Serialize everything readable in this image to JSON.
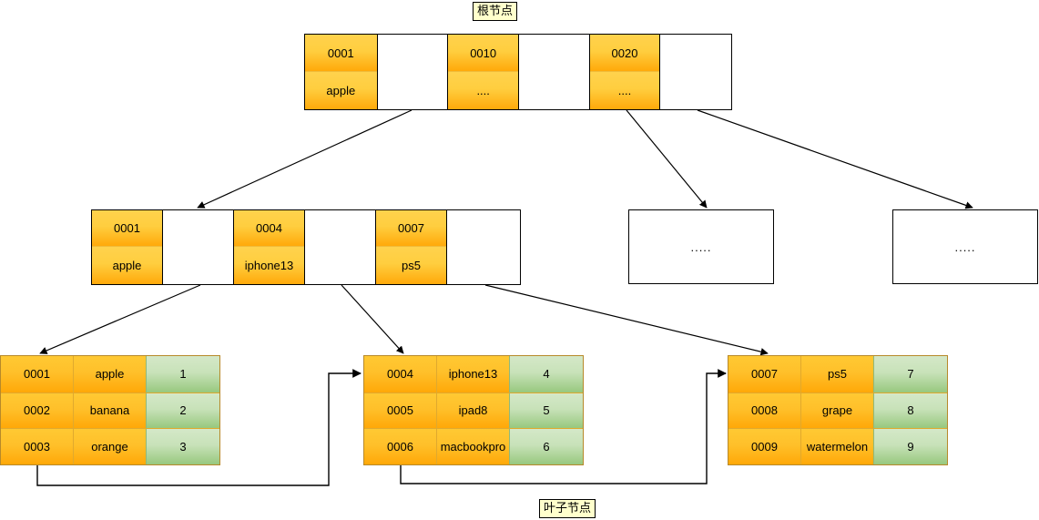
{
  "diagram": {
    "title_top": "根节点",
    "title_bottom": "叶子节点",
    "ellipsis_text": "....."
  },
  "colors": {
    "key_orange": "#ffc02a",
    "value_green": "#97c87e",
    "caption_yellow": "#ffffcc",
    "line": "#000000"
  },
  "root_node": {
    "name": "root-node",
    "entries": [
      {
        "key": "0001",
        "value": "apple"
      },
      {
        "key": "0010",
        "value": "...."
      },
      {
        "key": "0020",
        "value": "...."
      }
    ]
  },
  "internal_node": {
    "name": "internal-node",
    "entries": [
      {
        "key": "0001",
        "value": "apple"
      },
      {
        "key": "0004",
        "value": "iphone13"
      },
      {
        "key": "0007",
        "value": "ps5"
      }
    ]
  },
  "placeholder_nodes": [
    {
      "text": "....."
    },
    {
      "text": "....."
    }
  ],
  "leaf_nodes": [
    {
      "name": "leaf-node-1",
      "rows": [
        {
          "id": "0001",
          "label": "apple",
          "value": "1"
        },
        {
          "id": "0002",
          "label": "banana",
          "value": "2"
        },
        {
          "id": "0003",
          "label": "orange",
          "value": "3"
        }
      ]
    },
    {
      "name": "leaf-node-2",
      "rows": [
        {
          "id": "0004",
          "label": "iphone13",
          "value": "4"
        },
        {
          "id": "0005",
          "label": "ipad8",
          "value": "5"
        },
        {
          "id": "0006",
          "label": "macbookpro",
          "value": "6"
        }
      ]
    },
    {
      "name": "leaf-node-3",
      "rows": [
        {
          "id": "0007",
          "label": "ps5",
          "value": "7"
        },
        {
          "id": "0008",
          "label": "grape",
          "value": "8"
        },
        {
          "id": "0009",
          "label": "watermelon",
          "value": "9"
        }
      ]
    }
  ]
}
